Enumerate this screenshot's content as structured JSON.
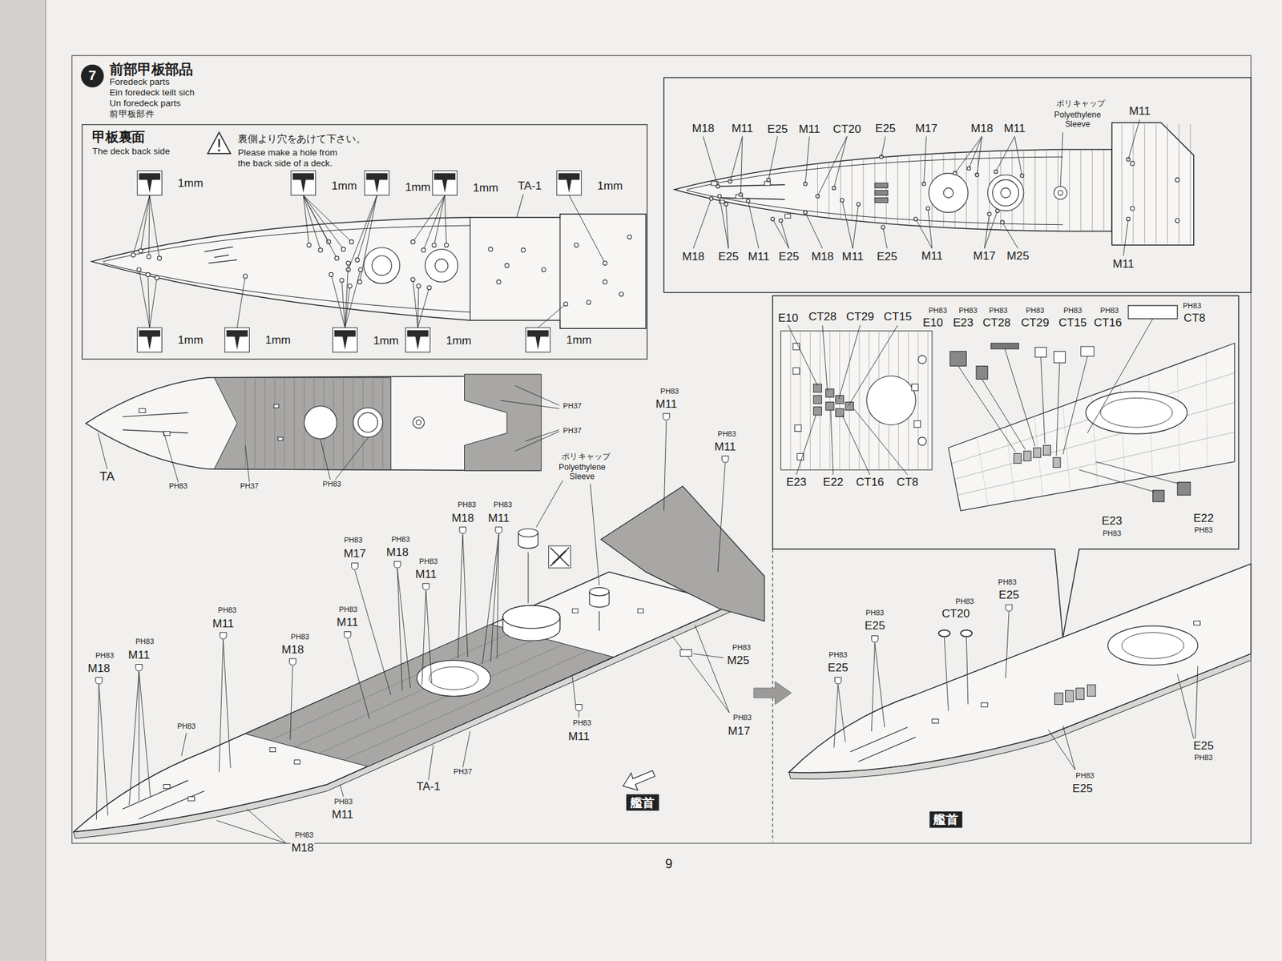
{
  "diagram": {
    "title": "前部甲板部品",
    "nodes": [
      {
        "text": [
          "7"
        ]
      },
      {
        "text": [
          "甲板裏面",
          "The deck back side",
          "裏側より穴をあけて下さい。",
          "Please make a hole from the back side of a deck."
        ]
      },
      {
        "text": [
          "艦首"
        ]
      },
      {
        "text": [
          "艦首"
        ]
      }
    ],
    "labels": [
      "Foredeck parts",
      "Ein foredeck teilt sich",
      "Un foredeck parts",
      "前甲板部件",
      "TA-1",
      "1mm",
      "1mm",
      "1mm",
      "1mm",
      "1mm",
      "1mm",
      "1mm",
      "1mm",
      "1mm",
      "1mm",
      "TA",
      "PH83",
      "PH37",
      "PH83",
      "PH37",
      "PH37",
      "M18",
      "M11",
      "E25",
      "M11",
      "CT20",
      "E25",
      "M17",
      "M18",
      "M11",
      "ポリキャップ",
      "Polyethylene Sleeve",
      "M11",
      "M18",
      "E25",
      "M11",
      "E25",
      "M18",
      "M11",
      "E25",
      "M11",
      "M17",
      "M25",
      "M11",
      "PH83",
      "M18",
      "PH83",
      "M11",
      "PH83",
      "M11",
      "PH83",
      "M18",
      "PH83",
      "M11",
      "PH83",
      "M17",
      "PH83",
      "M18",
      "PH83",
      "M11",
      "PH83",
      "M18",
      "PH83",
      "M11",
      "ポリキャップ",
      "Polyethylene Sleeve",
      "PH83",
      "M11",
      "PH83",
      "M11",
      "PH83",
      "M25",
      "PH83",
      "M11",
      "PH83",
      "M17",
      "PH83",
      "TA-1",
      "PH37",
      "PH83",
      "M11",
      "PH83",
      "M18",
      "E10",
      "CT28",
      "CT29",
      "CT15",
      "E23",
      "E22",
      "CT16",
      "CT8",
      "PH83",
      "E10",
      "PH83",
      "E23",
      "PH83",
      "CT28",
      "PH83",
      "CT29",
      "PH83",
      "CT15",
      "PH83",
      "CT16",
      "PH83",
      "CT8",
      "E23",
      "PH83",
      "E22",
      "PH83",
      "PH83",
      "E25",
      "PH83",
      "E25",
      "PH83",
      "CT20",
      "PH83",
      "E25",
      "E25",
      "PH83",
      "PH83",
      "E25",
      "9"
    ]
  }
}
